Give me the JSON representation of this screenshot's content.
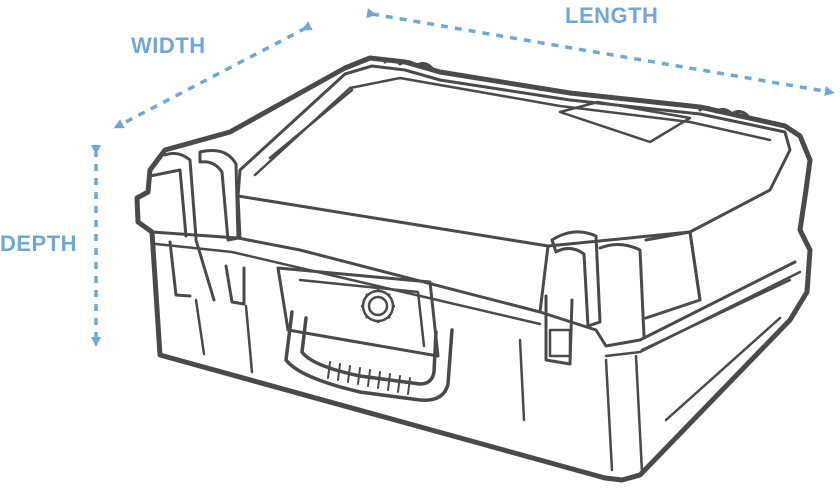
{
  "labels": {
    "length": "LENGTH",
    "width": "WIDTH",
    "depth": "DEPTH"
  },
  "colors": {
    "dimension": "#6fa8d6",
    "outline": "#4a4a4a",
    "case_fill": "#ffffff"
  },
  "icons": {
    "case": "hard-case-icon",
    "valve": "pressure-valve-icon"
  }
}
